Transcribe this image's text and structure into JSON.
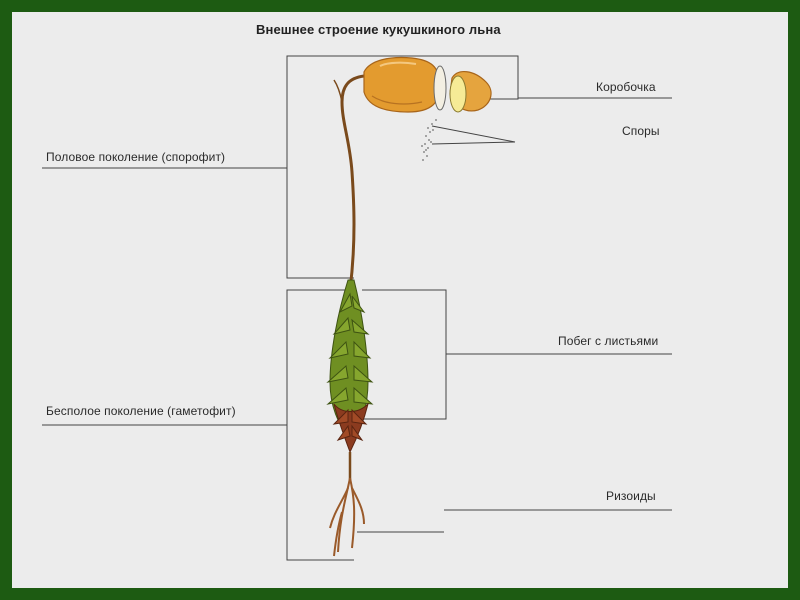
{
  "title": "Внешнее строение кукушкиного льна",
  "labels": {
    "sporophyte": "Половое поколение (спорофит)",
    "gametophyte": "Бесполое поколение (гаметофит)",
    "capsule": "Коробочка",
    "spores": "Споры",
    "leafy_shoot": "Побег с листьями",
    "rhizoids": "Ризоиды"
  },
  "colors": {
    "frame": "#1d5b12",
    "background": "#ececec",
    "capsule": "#e39b2f",
    "leaves": "#6f8f22",
    "stalk": "#7a4a1c"
  }
}
